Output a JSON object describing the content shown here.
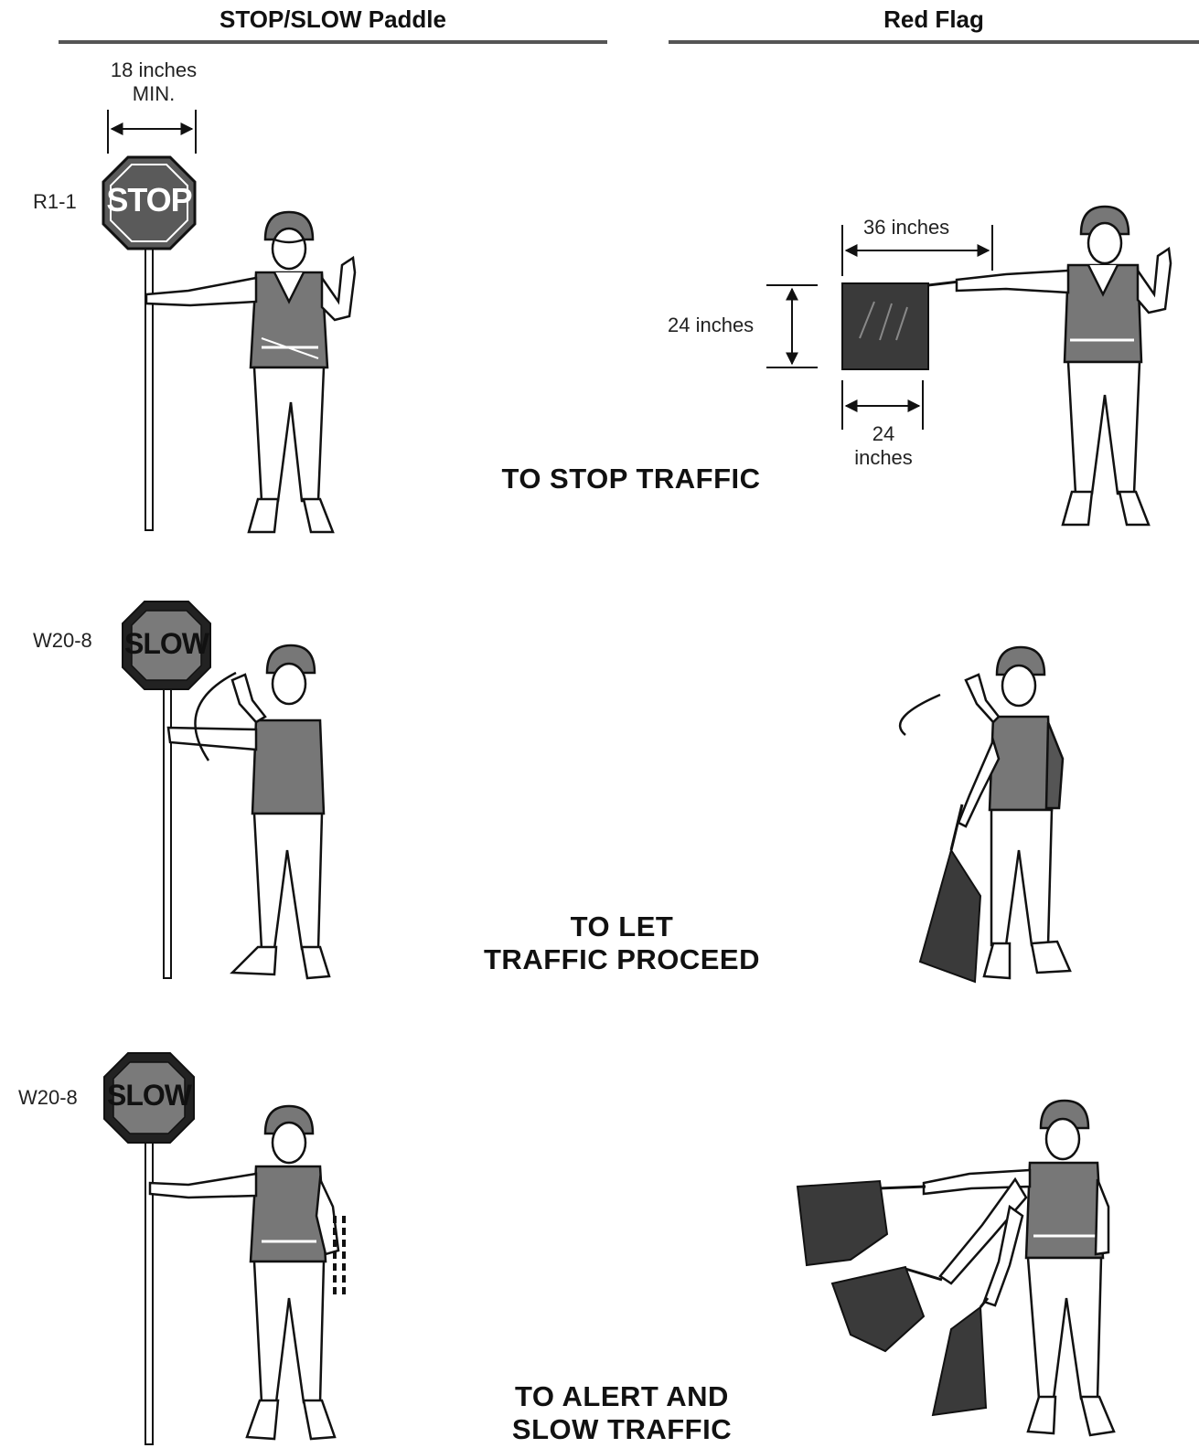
{
  "headers": {
    "paddle": "STOP/SLOW Paddle",
    "flag": "Red Flag"
  },
  "rows": [
    {
      "action": [
        "TO STOP TRAFFIC"
      ],
      "sign_code": "R1-1",
      "sign_text": "STOP",
      "paddle_dimension": [
        "18 inches",
        "MIN."
      ],
      "flag_dimensions": {
        "length": "36 inches",
        "height": "24 inches",
        "width": [
          "24",
          "inches"
        ]
      }
    },
    {
      "action": [
        "TO LET",
        "TRAFFIC PROCEED"
      ],
      "sign_code": "W20-8",
      "sign_text": "SLOW"
    },
    {
      "action": [
        "TO ALERT AND",
        "SLOW TRAFFIC"
      ],
      "sign_code": "W20-8",
      "sign_text": "SLOW"
    }
  ],
  "colors": {
    "ink": "#111111",
    "sign_fill": "#5a5a5a",
    "flag_fill": "#3a3a3a",
    "vest_fill": "#777777",
    "rule": "#555555"
  }
}
